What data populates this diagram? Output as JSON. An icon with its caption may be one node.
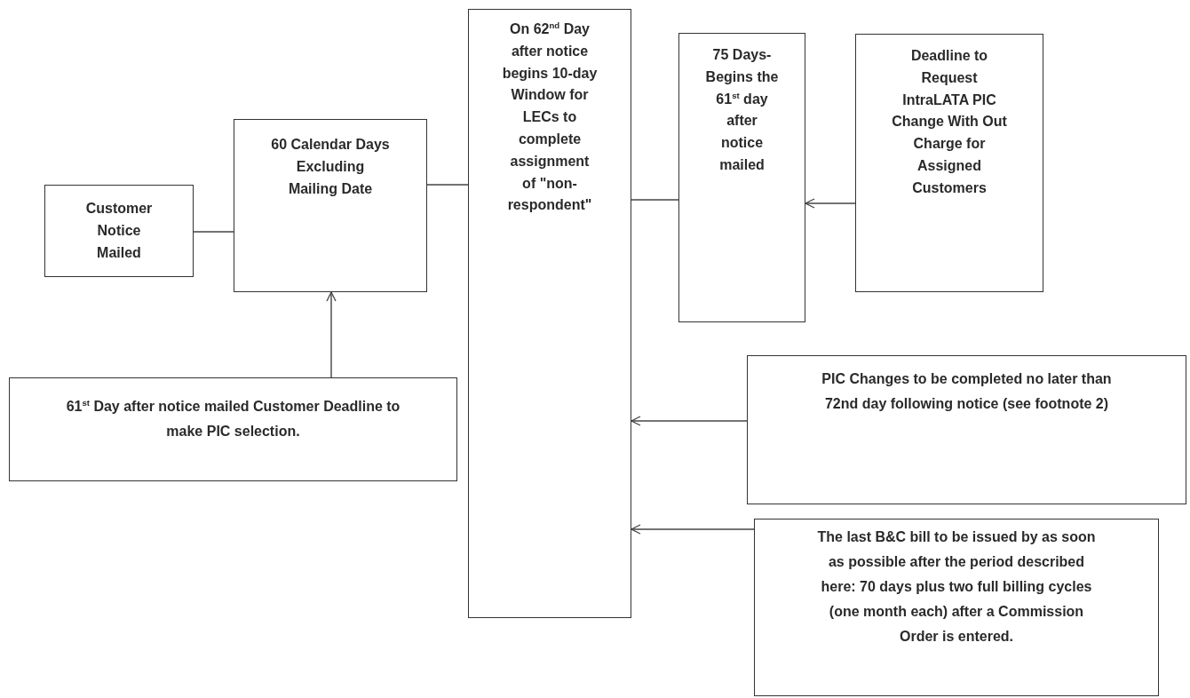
{
  "diagram": {
    "nodes": [
      {
        "text": [
          "Customer Notice Mailed"
        ]
      },
      {
        "text": [
          "60 Calendar Days Excluding Mailing Date"
        ]
      },
      {
        "text": [
          "On 62$^{nd}$ Day after notice begins 10-day Window for LECs to complete assignment of \"non-respondent\""
        ]
      },
      {
        "text": [
          "75 Days-Begins the 61$^{st}$ day after notice mailed"
        ]
      },
      {
        "text": [
          "Deadline to Request IntraLATA PIC Change With Out Charge for Assigned Customers"
        ]
      },
      {
        "text": [
          "61$^{st}$ Day after notice mailed Customer Deadline to make PIC selection."
        ]
      },
      {
        "text": [
          "PIC Changes to be completed no later than 72nd day following notice (see footnote 2)"
        ]
      },
      {
        "text": [
          "The last B&C bill to be issued by as soon as possible after the period described here:  70 days plus two full billing cycles (one month each) after a Commission Order is entered."
        ]
      }
    ],
    "edges": [
      {
        "from": 0,
        "to": 1,
        "arrow": "none"
      },
      {
        "from": 1,
        "to": 2,
        "arrow": "none"
      },
      {
        "from": 2,
        "to": 3,
        "arrow": "none"
      },
      {
        "from": 4,
        "to": 3,
        "arrow": "to"
      },
      {
        "from": 5,
        "to": 1,
        "arrow": "to"
      },
      {
        "from": 6,
        "to": 2,
        "arrow": "to"
      },
      {
        "from": 7,
        "to": 2,
        "arrow": "to"
      }
    ]
  }
}
